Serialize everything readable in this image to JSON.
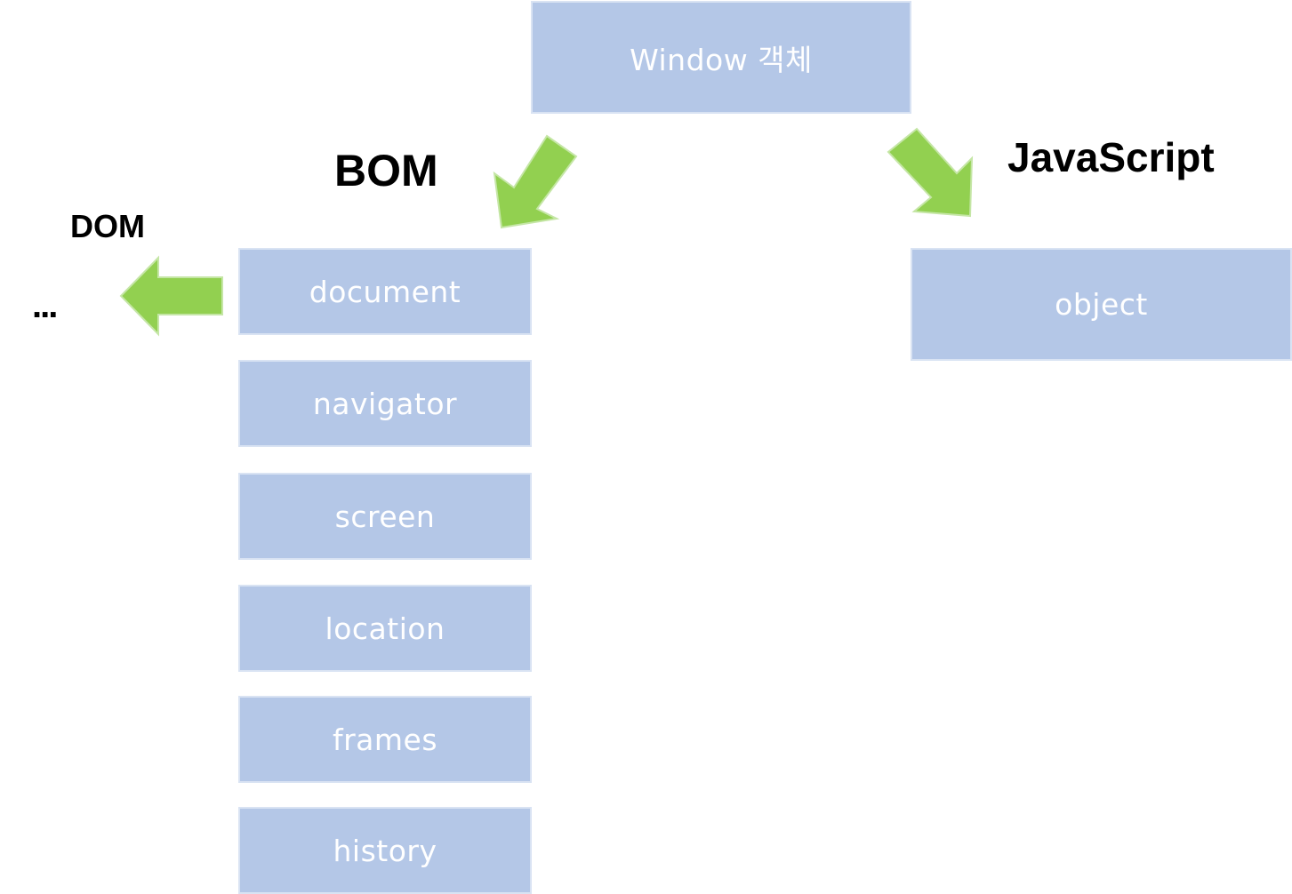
{
  "root": {
    "label": "Window 객체"
  },
  "groups": {
    "bom": {
      "label": "BOM"
    },
    "javascript": {
      "label": "JavaScript"
    },
    "dom": {
      "label": "DOM"
    },
    "ellipsis": {
      "label": "..."
    }
  },
  "bom_items": [
    {
      "label": "document"
    },
    {
      "label": "navigator"
    },
    {
      "label": "screen"
    },
    {
      "label": "location"
    },
    {
      "label": "frames"
    },
    {
      "label": "history"
    }
  ],
  "js_items": [
    {
      "label": "object"
    }
  ],
  "colors": {
    "box_fill": "#b4c7e7",
    "box_border": "#d9e3f3",
    "box_text": "#ffffff",
    "arrow_fill": "#92d050",
    "arrow_border": "#c5e6a6"
  }
}
